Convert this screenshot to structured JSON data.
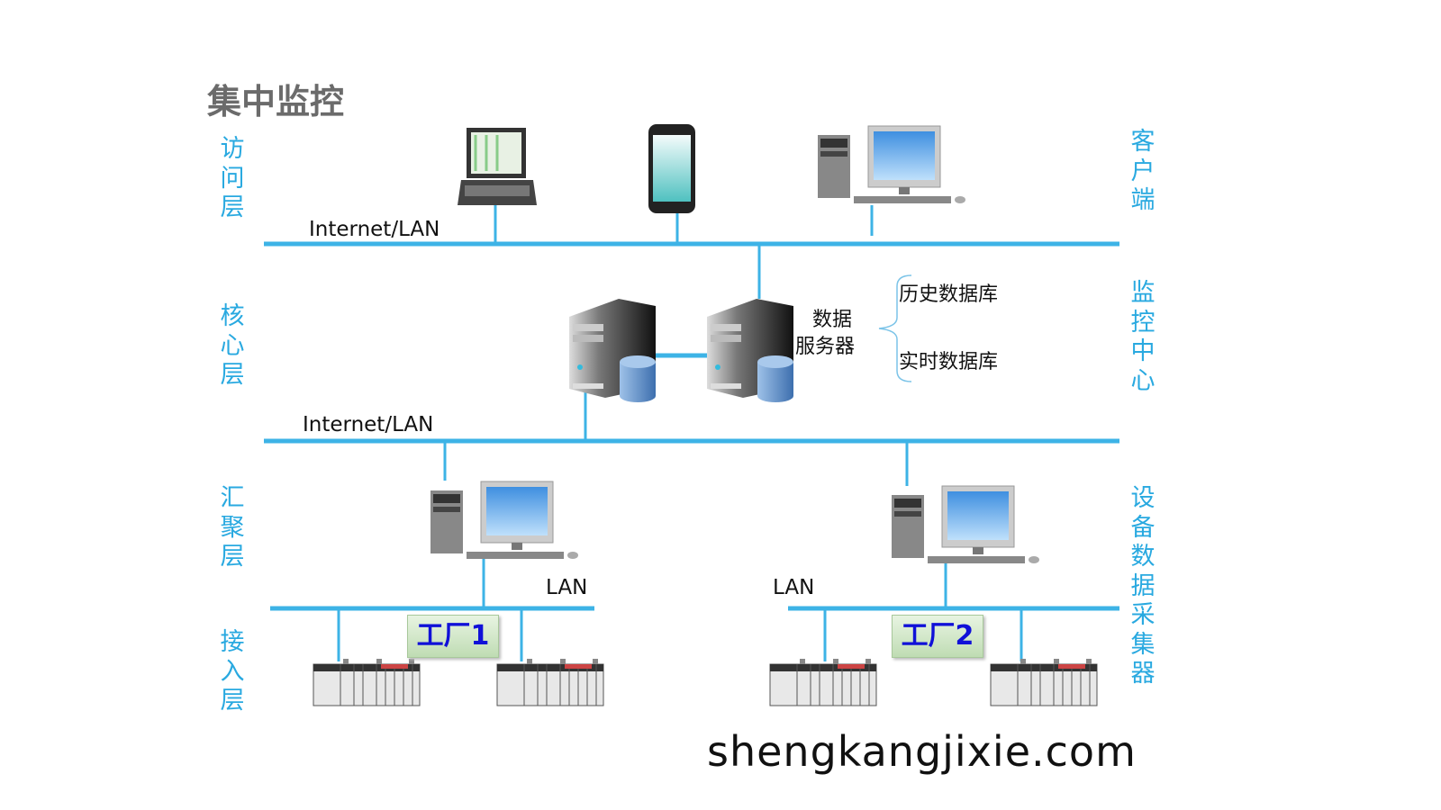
{
  "title": "集中监控",
  "left_layers": [
    "访问层",
    "核心层",
    "汇聚层",
    "接入层"
  ],
  "right_layers": [
    "客户端",
    "监控中心",
    "设备数据采集器"
  ],
  "networks": {
    "top": "Internet/LAN",
    "middle": "Internet/LAN",
    "lan_left": "LAN",
    "lan_right": "LAN"
  },
  "server_label": [
    "数据",
    "服务器"
  ],
  "databases": [
    "历史数据库",
    "实时数据库"
  ],
  "factories": [
    "工厂1",
    "工厂2"
  ],
  "watermark": "shengkangjixie.com",
  "colors": {
    "line": "#3db3e6",
    "layer_label": "#29a9e0",
    "factory_text": "#1010d8"
  }
}
